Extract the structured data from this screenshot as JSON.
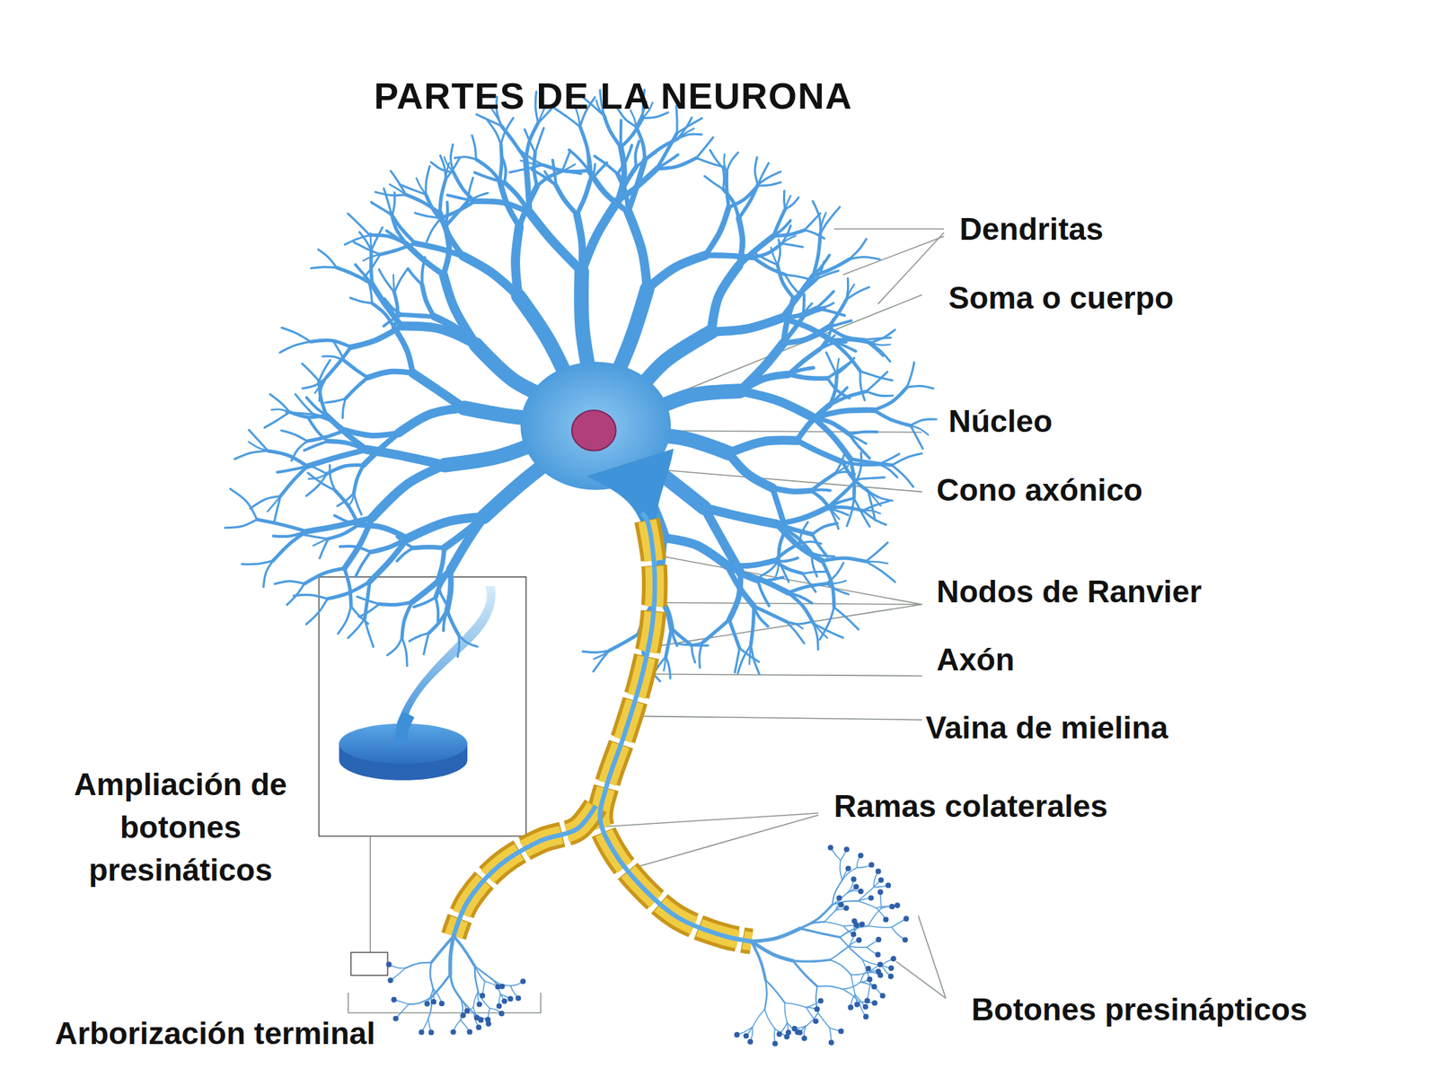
{
  "diagram": {
    "title": "PARTES DE LA NEURONA",
    "labels": [
      "Dendritas",
      "Soma o cuerpo",
      "Núcleo",
      "Cono axónico",
      "Nodos de Ranvier",
      "Axón",
      "Vaina de mielina",
      "Ramas colaterales",
      "Ampliación de botones presináticos",
      "Botones presinápticos",
      "Arborización terminal"
    ]
  }
}
